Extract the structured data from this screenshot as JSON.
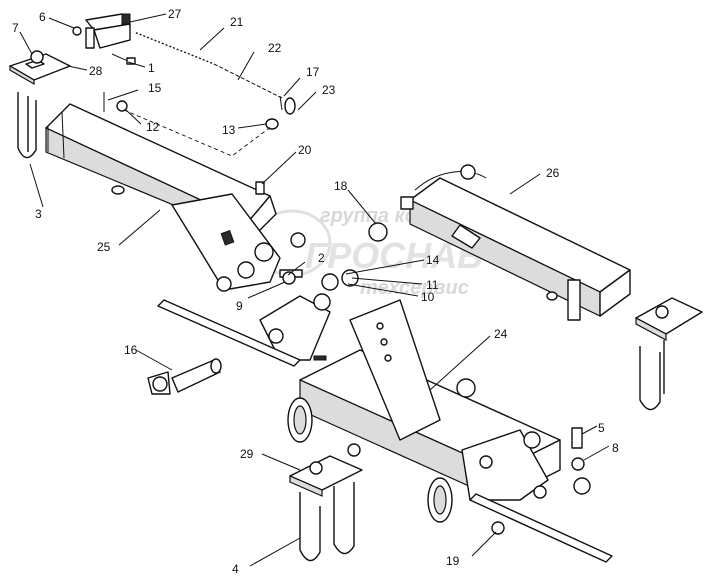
{
  "watermark": {
    "line1": "группа компаний",
    "line2": "ГРОСНАБ",
    "line3": "техсервис"
  },
  "callouts": [
    {
      "id": "c1",
      "label": "1"
    },
    {
      "id": "c2",
      "label": "2"
    },
    {
      "id": "c3",
      "label": "3"
    },
    {
      "id": "c4",
      "label": "4"
    },
    {
      "id": "c5",
      "label": "5"
    },
    {
      "id": "c6",
      "label": "6"
    },
    {
      "id": "c7",
      "label": "7"
    },
    {
      "id": "c8",
      "label": "8"
    },
    {
      "id": "c9",
      "label": "9"
    },
    {
      "id": "c10",
      "label": "10"
    },
    {
      "id": "c11",
      "label": "11"
    },
    {
      "id": "c12",
      "label": "12"
    },
    {
      "id": "c13",
      "label": "13"
    },
    {
      "id": "c14",
      "label": "14"
    },
    {
      "id": "c15",
      "label": "15"
    },
    {
      "id": "c16",
      "label": "16"
    },
    {
      "id": "c17",
      "label": "17"
    },
    {
      "id": "c18",
      "label": "18"
    },
    {
      "id": "c19",
      "label": "19"
    },
    {
      "id": "c20",
      "label": "20"
    },
    {
      "id": "c21",
      "label": "21"
    },
    {
      "id": "c22",
      "label": "22"
    },
    {
      "id": "c23",
      "label": "23"
    },
    {
      "id": "c24",
      "label": "24"
    },
    {
      "id": "c25",
      "label": "25"
    },
    {
      "id": "c26",
      "label": "26"
    },
    {
      "id": "c27",
      "label": "27"
    },
    {
      "id": "c28",
      "label": "28"
    },
    {
      "id": "c29",
      "label": "29"
    }
  ]
}
